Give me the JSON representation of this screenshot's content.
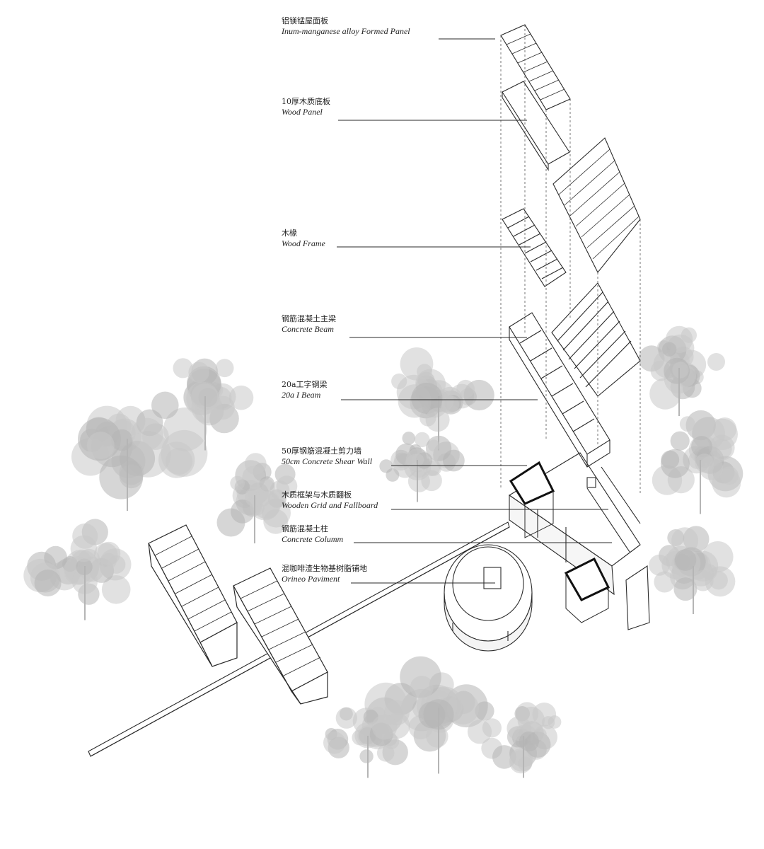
{
  "labels": [
    {
      "cn": "铝镁锰屋面板",
      "en": "Inum-manganese alloy Formed Panel"
    },
    {
      "cn": "10厚木质底板",
      "en": "Wood  Panel"
    },
    {
      "cn": "木椽",
      "en": "Wood Frame"
    },
    {
      "cn": "钢筋混凝土主梁",
      "en": "Concrete Beam"
    },
    {
      "cn": "20a工字钢梁",
      "en": "20a I Beam"
    },
    {
      "cn": "50厚钢筋混凝土剪力墙",
      "en": "50cm Concrete Shear Wall"
    },
    {
      "cn": "木质框架与木质翻板",
      "en": "Wooden Grid and Fallboard"
    },
    {
      "cn": "钢筋混凝土柱",
      "en": "Concrete Columm"
    },
    {
      "cn": "混咖啡渣生物基树脂铺地",
      "en": "Orineo Paviment"
    }
  ],
  "colors": {
    "line": "#2a2a2a",
    "tree": "#c9c9c9",
    "tree_dark": "#b5b5b5"
  }
}
